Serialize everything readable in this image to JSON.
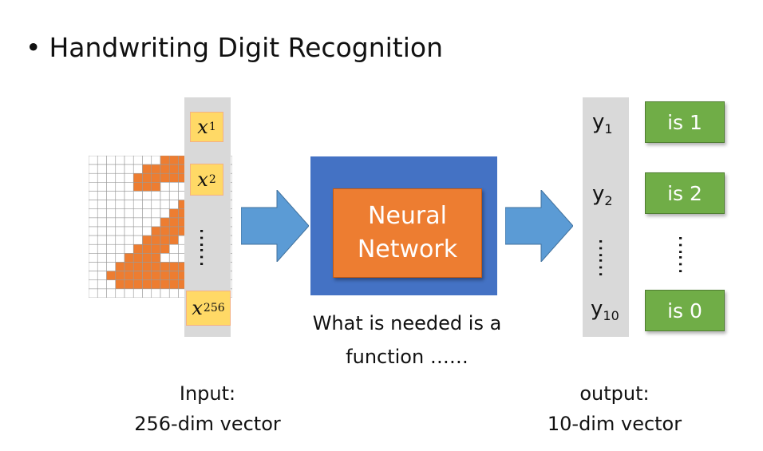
{
  "title": "Handwriting Digit Recognition",
  "bullet": "•",
  "inputs": {
    "x1": {
      "base": "x",
      "sub": "1"
    },
    "x2": {
      "base": "x",
      "sub": "2"
    },
    "x256": {
      "base": "x",
      "sub": "256"
    },
    "dots": "……"
  },
  "network": {
    "line1": "Neural",
    "line2": "Network"
  },
  "function_text": {
    "line1": "What is needed is a",
    "line2": "function ……"
  },
  "outputs": {
    "y1": {
      "base": "y",
      "sub": "1"
    },
    "y2": {
      "base": "y",
      "sub": "2"
    },
    "y10": {
      "base": "y",
      "sub": "10"
    },
    "dots": "……"
  },
  "classes": {
    "c1": "is 1",
    "c2": "is 2",
    "c3": "is 0",
    "dots": "……"
  },
  "input_caption": {
    "line1": "Input:",
    "line2": "256-dim vector"
  },
  "output_caption": {
    "line1": "output:",
    "line2": "10-dim vector"
  },
  "colors": {
    "digit": "#ed7d31",
    "input_box": "#ffd966",
    "network_outer": "#4472c4",
    "network_inner": "#ed7d31",
    "arrow": "#5b9bd5",
    "class_box": "#70ad47",
    "column": "#d9d9d9"
  }
}
